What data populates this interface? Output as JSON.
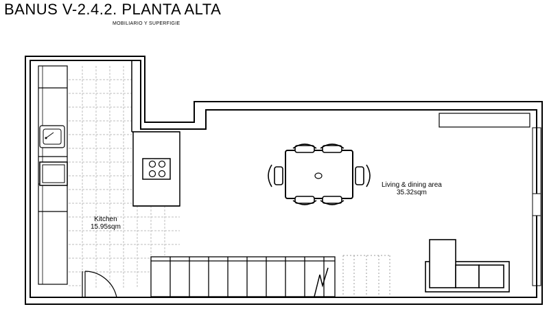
{
  "header": {
    "title": "BANUS V-2.4.2.  PLANTA ALTA",
    "subtitle": "MOBILIARIO Y SUPERFIGIE"
  },
  "rooms": [
    {
      "name": "Kitchen",
      "area": "15.95sqm"
    },
    {
      "name": "Living & dining area",
      "area": "35.32sqm"
    }
  ]
}
